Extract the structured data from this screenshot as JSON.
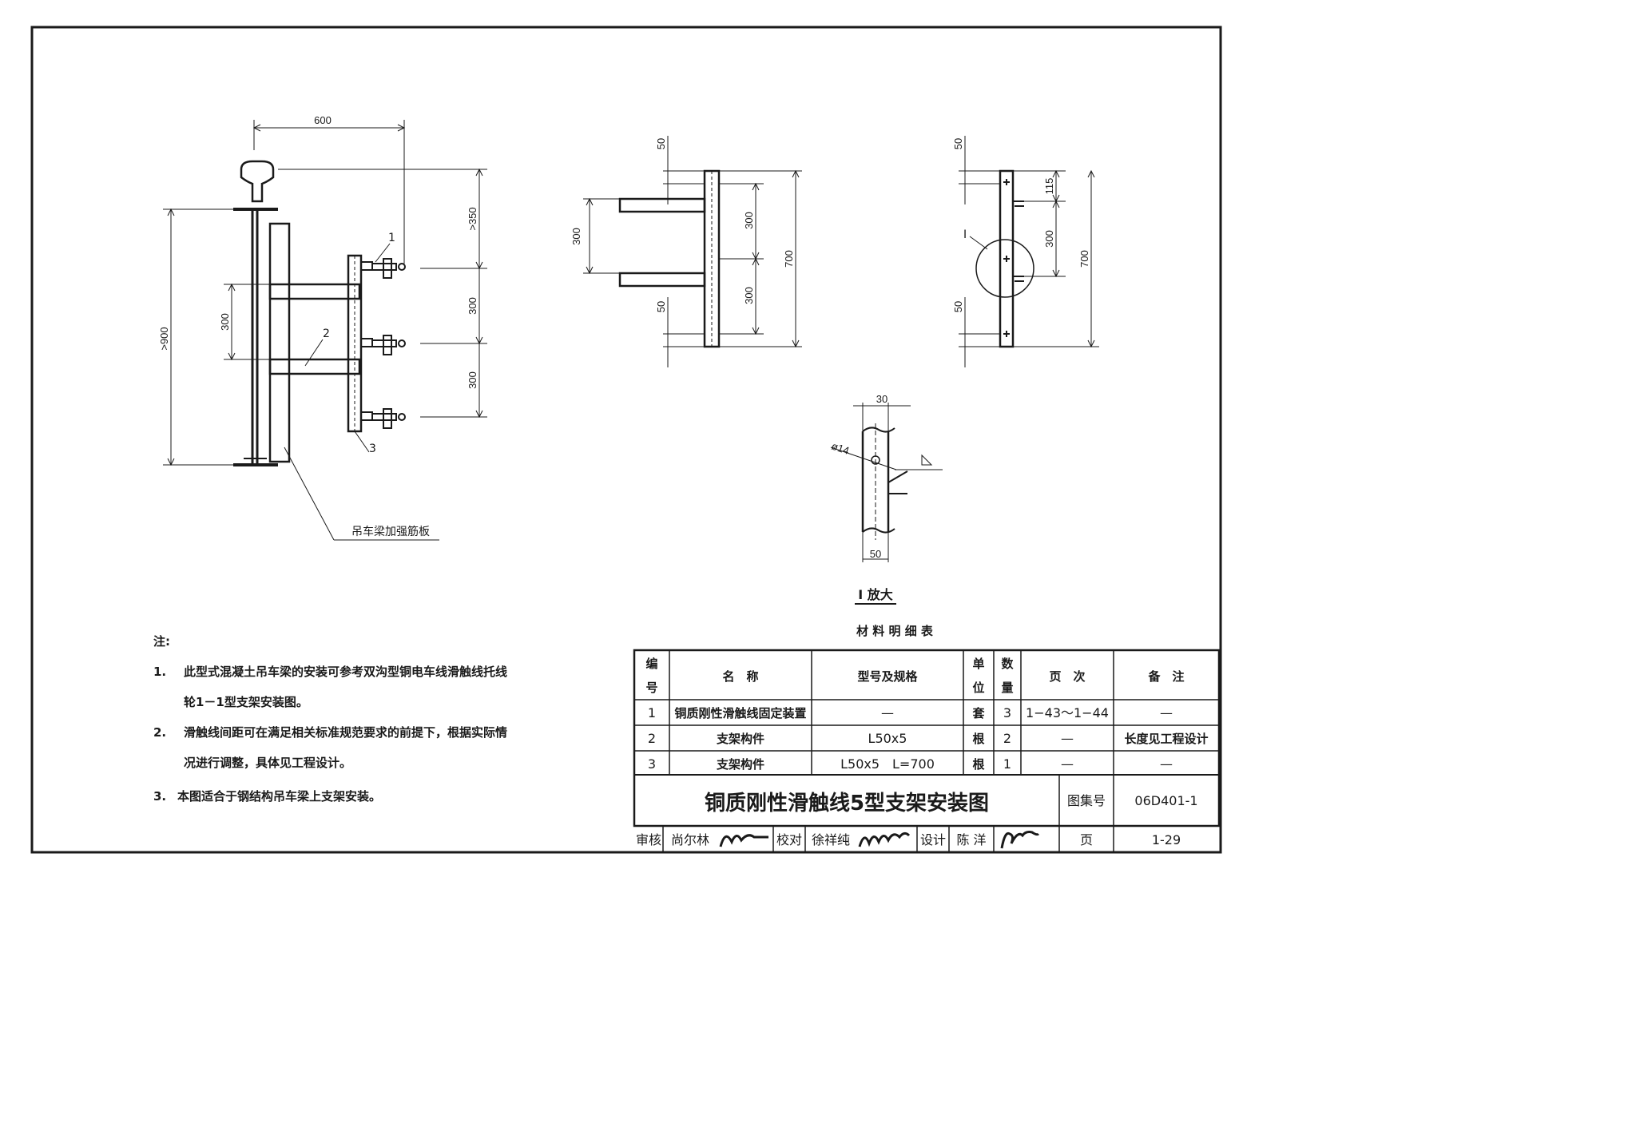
{
  "drawing": {
    "left_view": {
      "dim_top": "600",
      "dim_right_1": ">350",
      "dim_right_2": "300",
      "dim_right_3": "300",
      "dim_left_outer": ">900",
      "dim_left_inner": "300",
      "callout_1": "1",
      "callout_2": "2",
      "callout_3": "3",
      "callout_plate": "吊车梁加强筋板"
    },
    "middle_view": {
      "dim_left": "300",
      "dim_top": "50",
      "dim_bottom": "50",
      "dim_mid_1": "300",
      "dim_mid_2": "300",
      "dim_right": "700"
    },
    "right_view": {
      "dim_top": "50",
      "dim_bottom": "50",
      "dim_a": "115",
      "dim_b": "300",
      "dim_right": "700",
      "detail_marker": "I"
    },
    "detail_view": {
      "dim_top": "30",
      "dim_hole": "ø14",
      "dim_bottom": "50",
      "caption": "I 放大"
    }
  },
  "notes": {
    "heading": "注:",
    "items": [
      {
        "num": "1.",
        "line1": "此型式混凝土吊车梁的安装可参考双沟型铜电车线滑触线托线",
        "line2": "轮1－1型支架安装图。"
      },
      {
        "num": "2.",
        "line1": "滑触线间距可在满足相关标准规范要求的前提下，根据实际情",
        "line2": "况进行调整，具体见工程设计。"
      },
      {
        "num": "3.",
        "line1": "本图适合于钢结构吊车梁上支架安装。",
        "line2": ""
      }
    ]
  },
  "materials": {
    "caption": "材 料 明 细 表",
    "headers": {
      "no_1": "编",
      "no_2": "号",
      "name": "名　称",
      "spec": "型号及规格",
      "unit_1": "单",
      "unit_2": "位",
      "qty_1": "数",
      "qty_2": "量",
      "page": "页　次",
      "remark": "备　注"
    },
    "rows": [
      {
        "no": "1",
        "name": "铜质刚性滑触线固定装置",
        "spec": "—",
        "unit": "套",
        "qty": "3",
        "page": "1−43～1−44",
        "remark": "—"
      },
      {
        "no": "2",
        "name": "支架构件",
        "spec": "L50x5",
        "unit": "根",
        "qty": "2",
        "page": "—",
        "remark": "长度见工程设计"
      },
      {
        "no": "3",
        "name": "支架构件",
        "spec": "L50x5　L=700",
        "unit": "根",
        "qty": "1",
        "page": "—",
        "remark": "—"
      }
    ]
  },
  "title_block": {
    "title": "铜质刚性滑触线5型支架安装图",
    "atlas_label": "图集号",
    "atlas_no": "06D401-1",
    "review_label": "审核",
    "reviewer": "尚尔林",
    "check_label": "校对",
    "checker": "徐祥纯",
    "design_label": "设计",
    "designer": "陈 洋",
    "page_label": "页",
    "page_no": "1-29"
  }
}
